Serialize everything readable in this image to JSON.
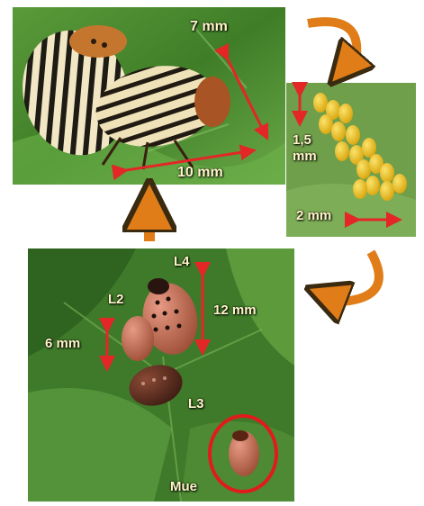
{
  "adults": {
    "measure_length": "7 mm",
    "measure_width": "10 mm"
  },
  "eggs": {
    "measure_height": "1,5\nmm",
    "measure_width": "2 mm"
  },
  "larvae": {
    "stage_l2": "L2",
    "stage_l3": "L3",
    "stage_l4": "L4",
    "measure_l2": "6 mm",
    "measure_l4": "12 mm",
    "moult": "Mue"
  },
  "colors": {
    "measure_arrow": "#e32626",
    "cycle_arrow": "#e07d18",
    "leaf": "#4a8a2e",
    "egg": "#efc116",
    "highlight_circle": "#e11b1b"
  }
}
